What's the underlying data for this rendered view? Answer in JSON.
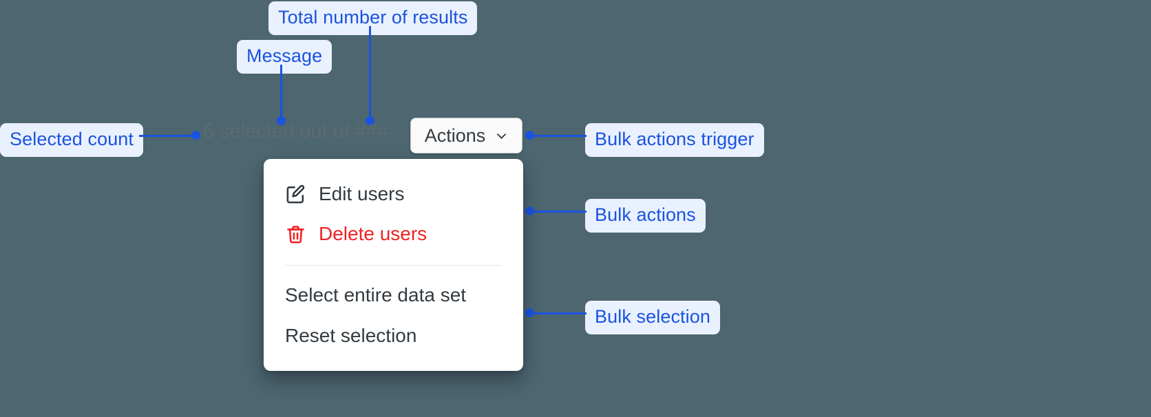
{
  "canvas": {
    "background_color": "#4d666f",
    "accent_color": "#1a53e0",
    "chip_background": "#eaf1fe",
    "danger_color": "#ef2222"
  },
  "selection": {
    "message": "6 selected out of ###",
    "selected_count": "6",
    "total_results": "###"
  },
  "trigger": {
    "label": "Actions",
    "icon": "chevron-down-icon"
  },
  "menu": {
    "groups": [
      {
        "name": "bulk-actions",
        "items": [
          {
            "label": "Edit users",
            "icon": "edit-icon",
            "danger": false
          },
          {
            "label": "Delete users",
            "icon": "trash-icon",
            "danger": true
          }
        ]
      },
      {
        "name": "bulk-selection",
        "items": [
          {
            "label": "Select entire data set",
            "icon": null,
            "danger": false
          },
          {
            "label": "Reset selection",
            "icon": null,
            "danger": false
          }
        ]
      }
    ]
  },
  "annotations": [
    {
      "id": "total-number-of-results",
      "label": "Total number of results"
    },
    {
      "id": "message",
      "label": "Message"
    },
    {
      "id": "selected-count",
      "label": "Selected count"
    },
    {
      "id": "bulk-actions-trigger",
      "label": "Bulk actions trigger"
    },
    {
      "id": "bulk-actions",
      "label": "Bulk actions"
    },
    {
      "id": "bulk-selection",
      "label": "Bulk selection"
    }
  ]
}
